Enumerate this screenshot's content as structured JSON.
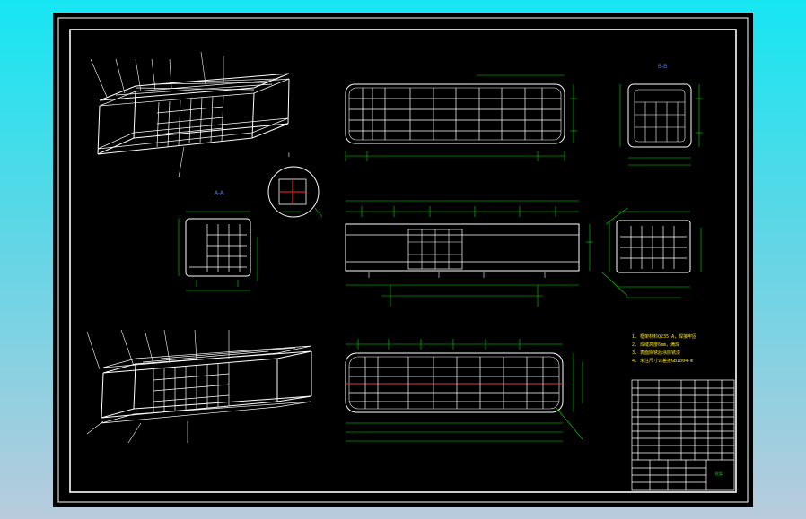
{
  "drawing": {
    "section_labels": {
      "top_right": "B-B",
      "mid_left": "A-A",
      "detail": "I"
    },
    "notes": [
      "1. 框架材料Q235-A，焊接牢固",
      "2. 焊缝高度6mm，满焊",
      "3. 表面除锈后涂防锈漆",
      "4. 未注尺寸公差按GB1804-m"
    ],
    "title_block": {
      "name": "框架",
      "rows": 9
    },
    "colors": {
      "frame": "#ffffff",
      "dimension": "#00e000",
      "hidden": "#ff2a2a",
      "section_label": "#3a7bff",
      "note": "#ffe600"
    }
  }
}
